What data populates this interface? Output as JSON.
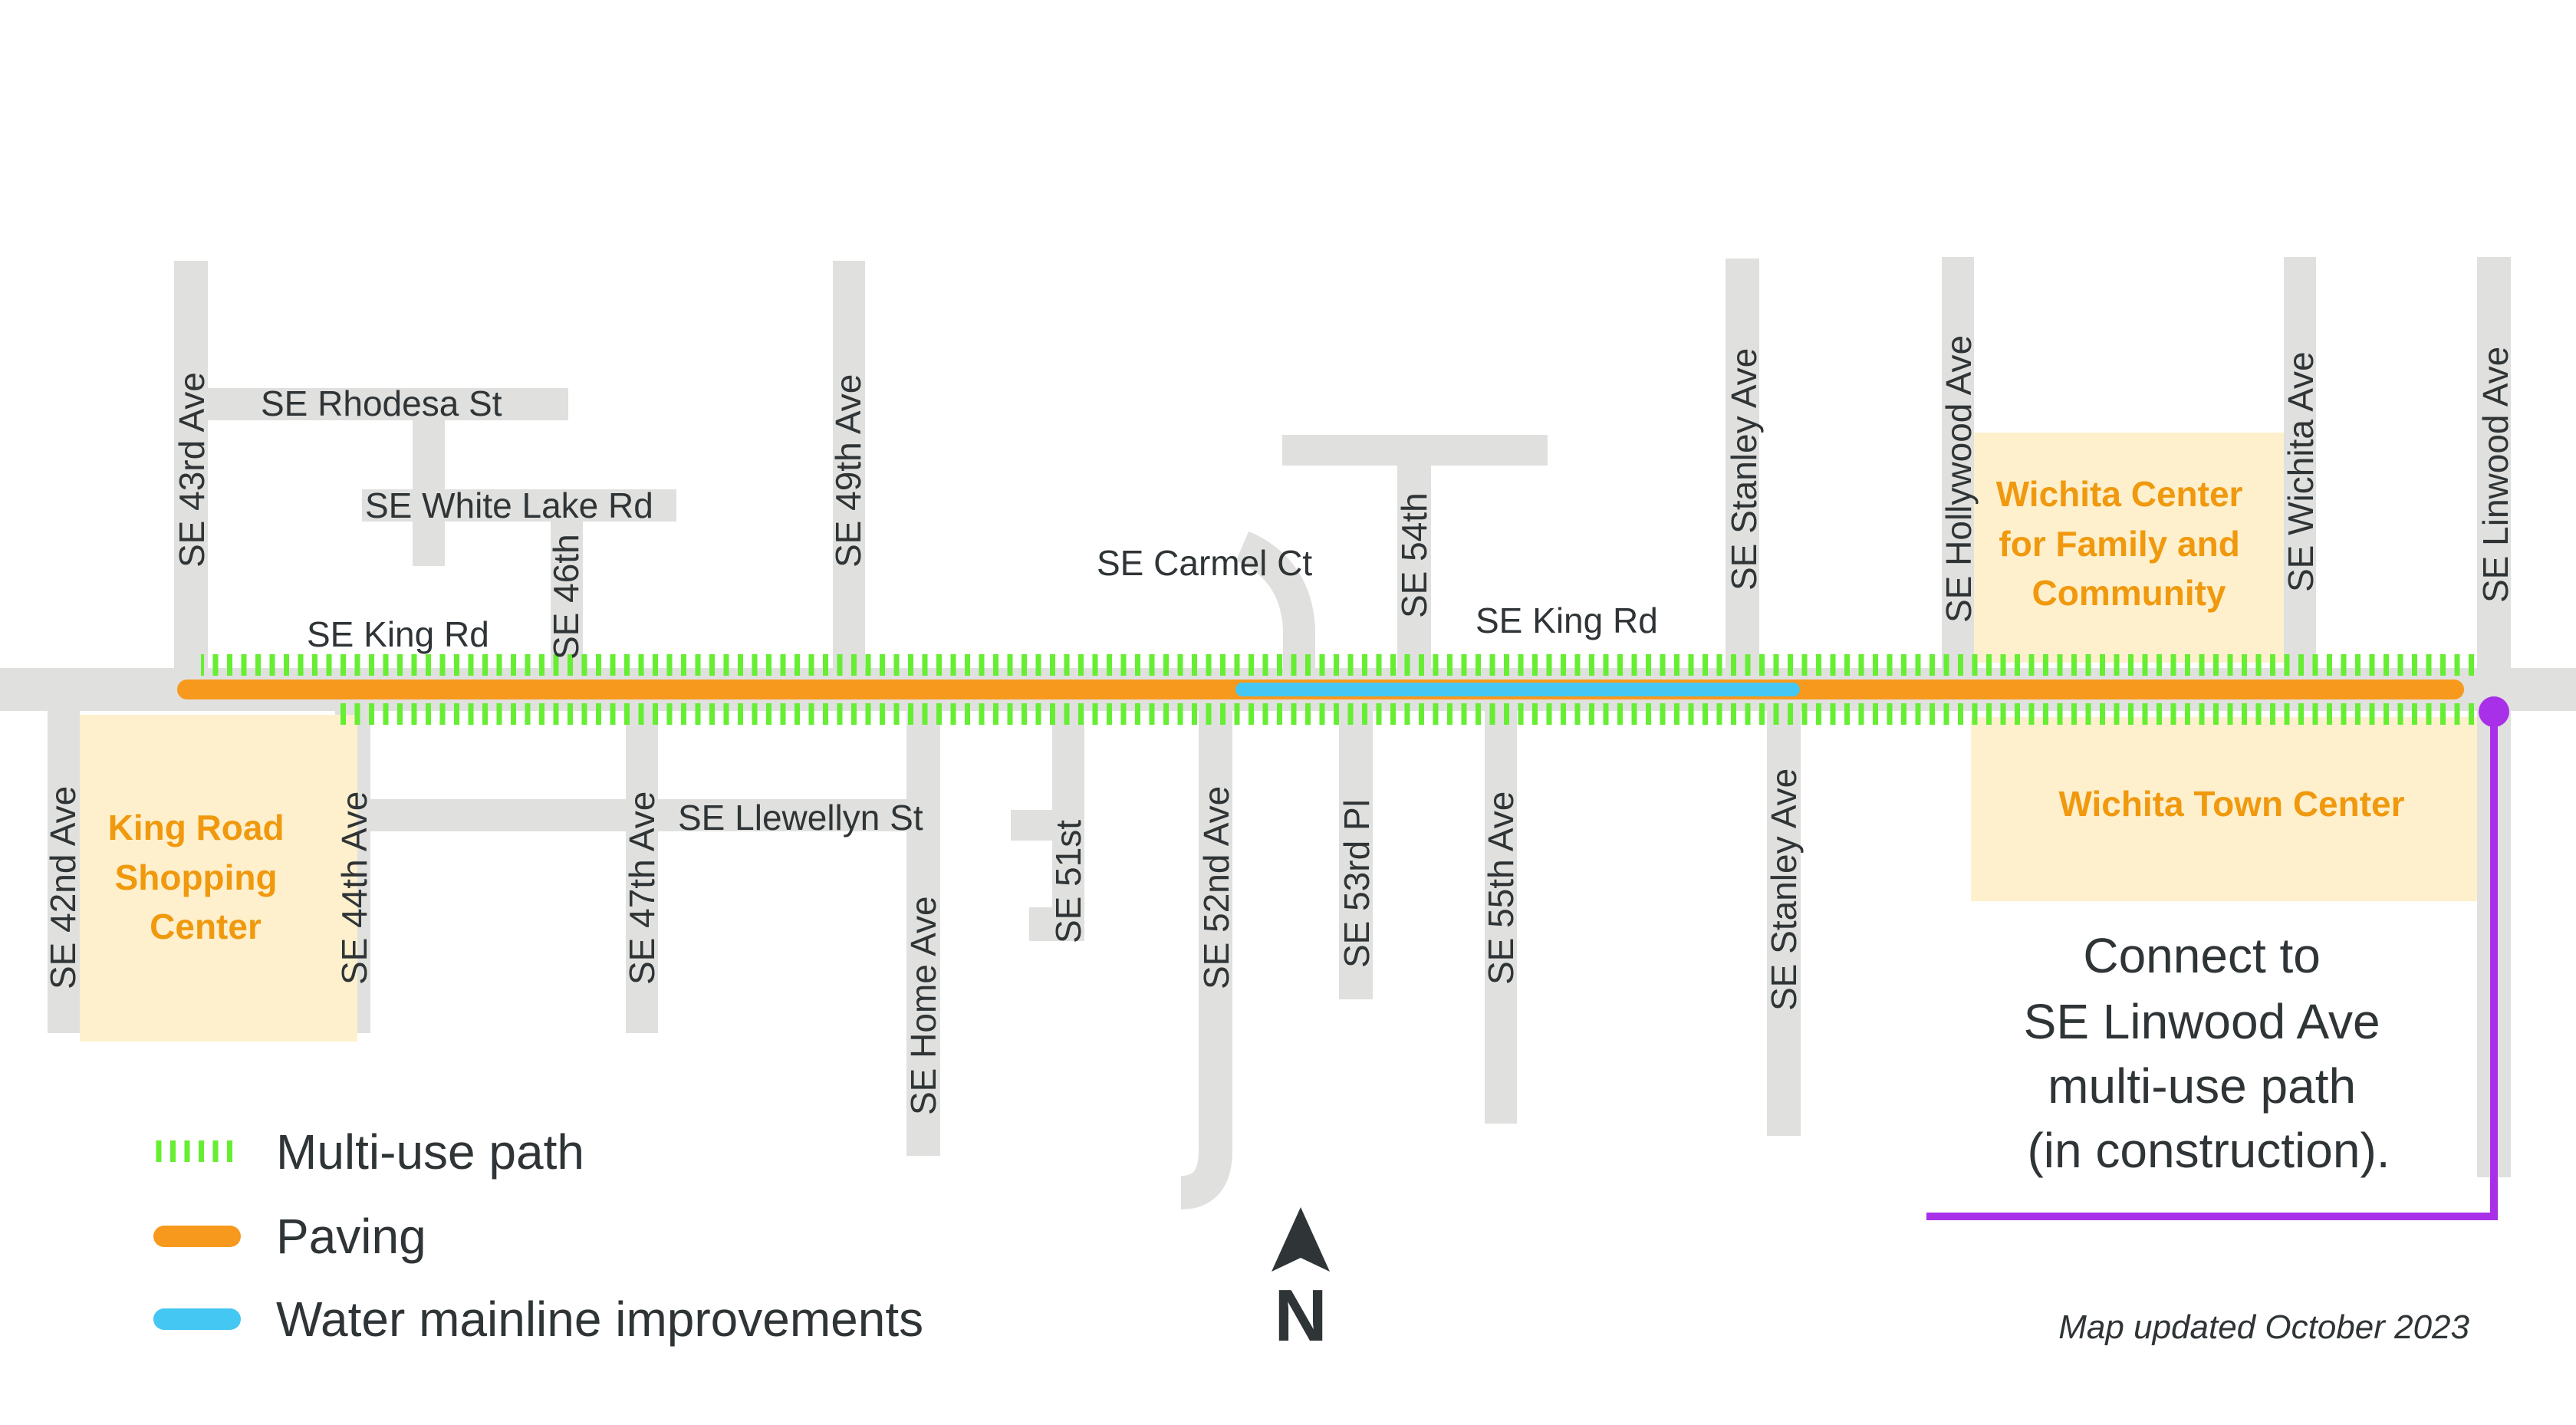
{
  "colors": {
    "road": "#e0e0de",
    "area": "#fff0cd",
    "poi_text": "#f0990e",
    "text": "#2f3436",
    "multi_use_path": "#66ee33",
    "paving": "#f7991c",
    "water": "#44c7f2",
    "linwood_connector": "#a830e8"
  },
  "streets": {
    "king_rd_west": "SE King Rd",
    "king_rd_east": "SE King Rd",
    "rhodesa": "SE Rhodesa St",
    "white_lake": "SE White Lake Rd",
    "llewellyn": "SE Llewellyn St",
    "carmel": "SE Carmel Ct",
    "ave_42": "SE 42nd Ave",
    "ave_43": "SE 43rd Ave",
    "ave_44": "SE 44th Ave",
    "ave_46": "SE 46th",
    "ave_47": "SE 47th Ave",
    "ave_49": "SE 49th Ave",
    "home": "SE Home Ave",
    "st_51": "SE 51st",
    "ave_52": "SE 52nd Ave",
    "pl_53": "SE 53rd Pl",
    "ave_54": "SE 54th",
    "ave_55": "SE 55th Ave",
    "stanley_north": "SE Stanley Ave",
    "stanley_south": "SE Stanley Ave",
    "hollywood": "SE Hollywood Ave",
    "wichita": "SE Wichita Ave",
    "linwood": "SE Linwood Ave"
  },
  "places": {
    "king_road_shopping": [
      "King Road",
      "Shopping",
      "Center"
    ],
    "wichita_center": [
      "Wichita Center",
      "for Family and",
      "Community"
    ],
    "wichita_town": "Wichita Town Center"
  },
  "note": [
    "Connect to",
    "SE Linwood Ave",
    "multi-use path",
    "(in construction)."
  ],
  "legend": {
    "multi_use": "Multi-use path",
    "paving": "Paving",
    "water": "Water mainline improvements"
  },
  "north_label": "N",
  "north_icon": "north-arrow-icon",
  "updated": "Map updated October 2023"
}
